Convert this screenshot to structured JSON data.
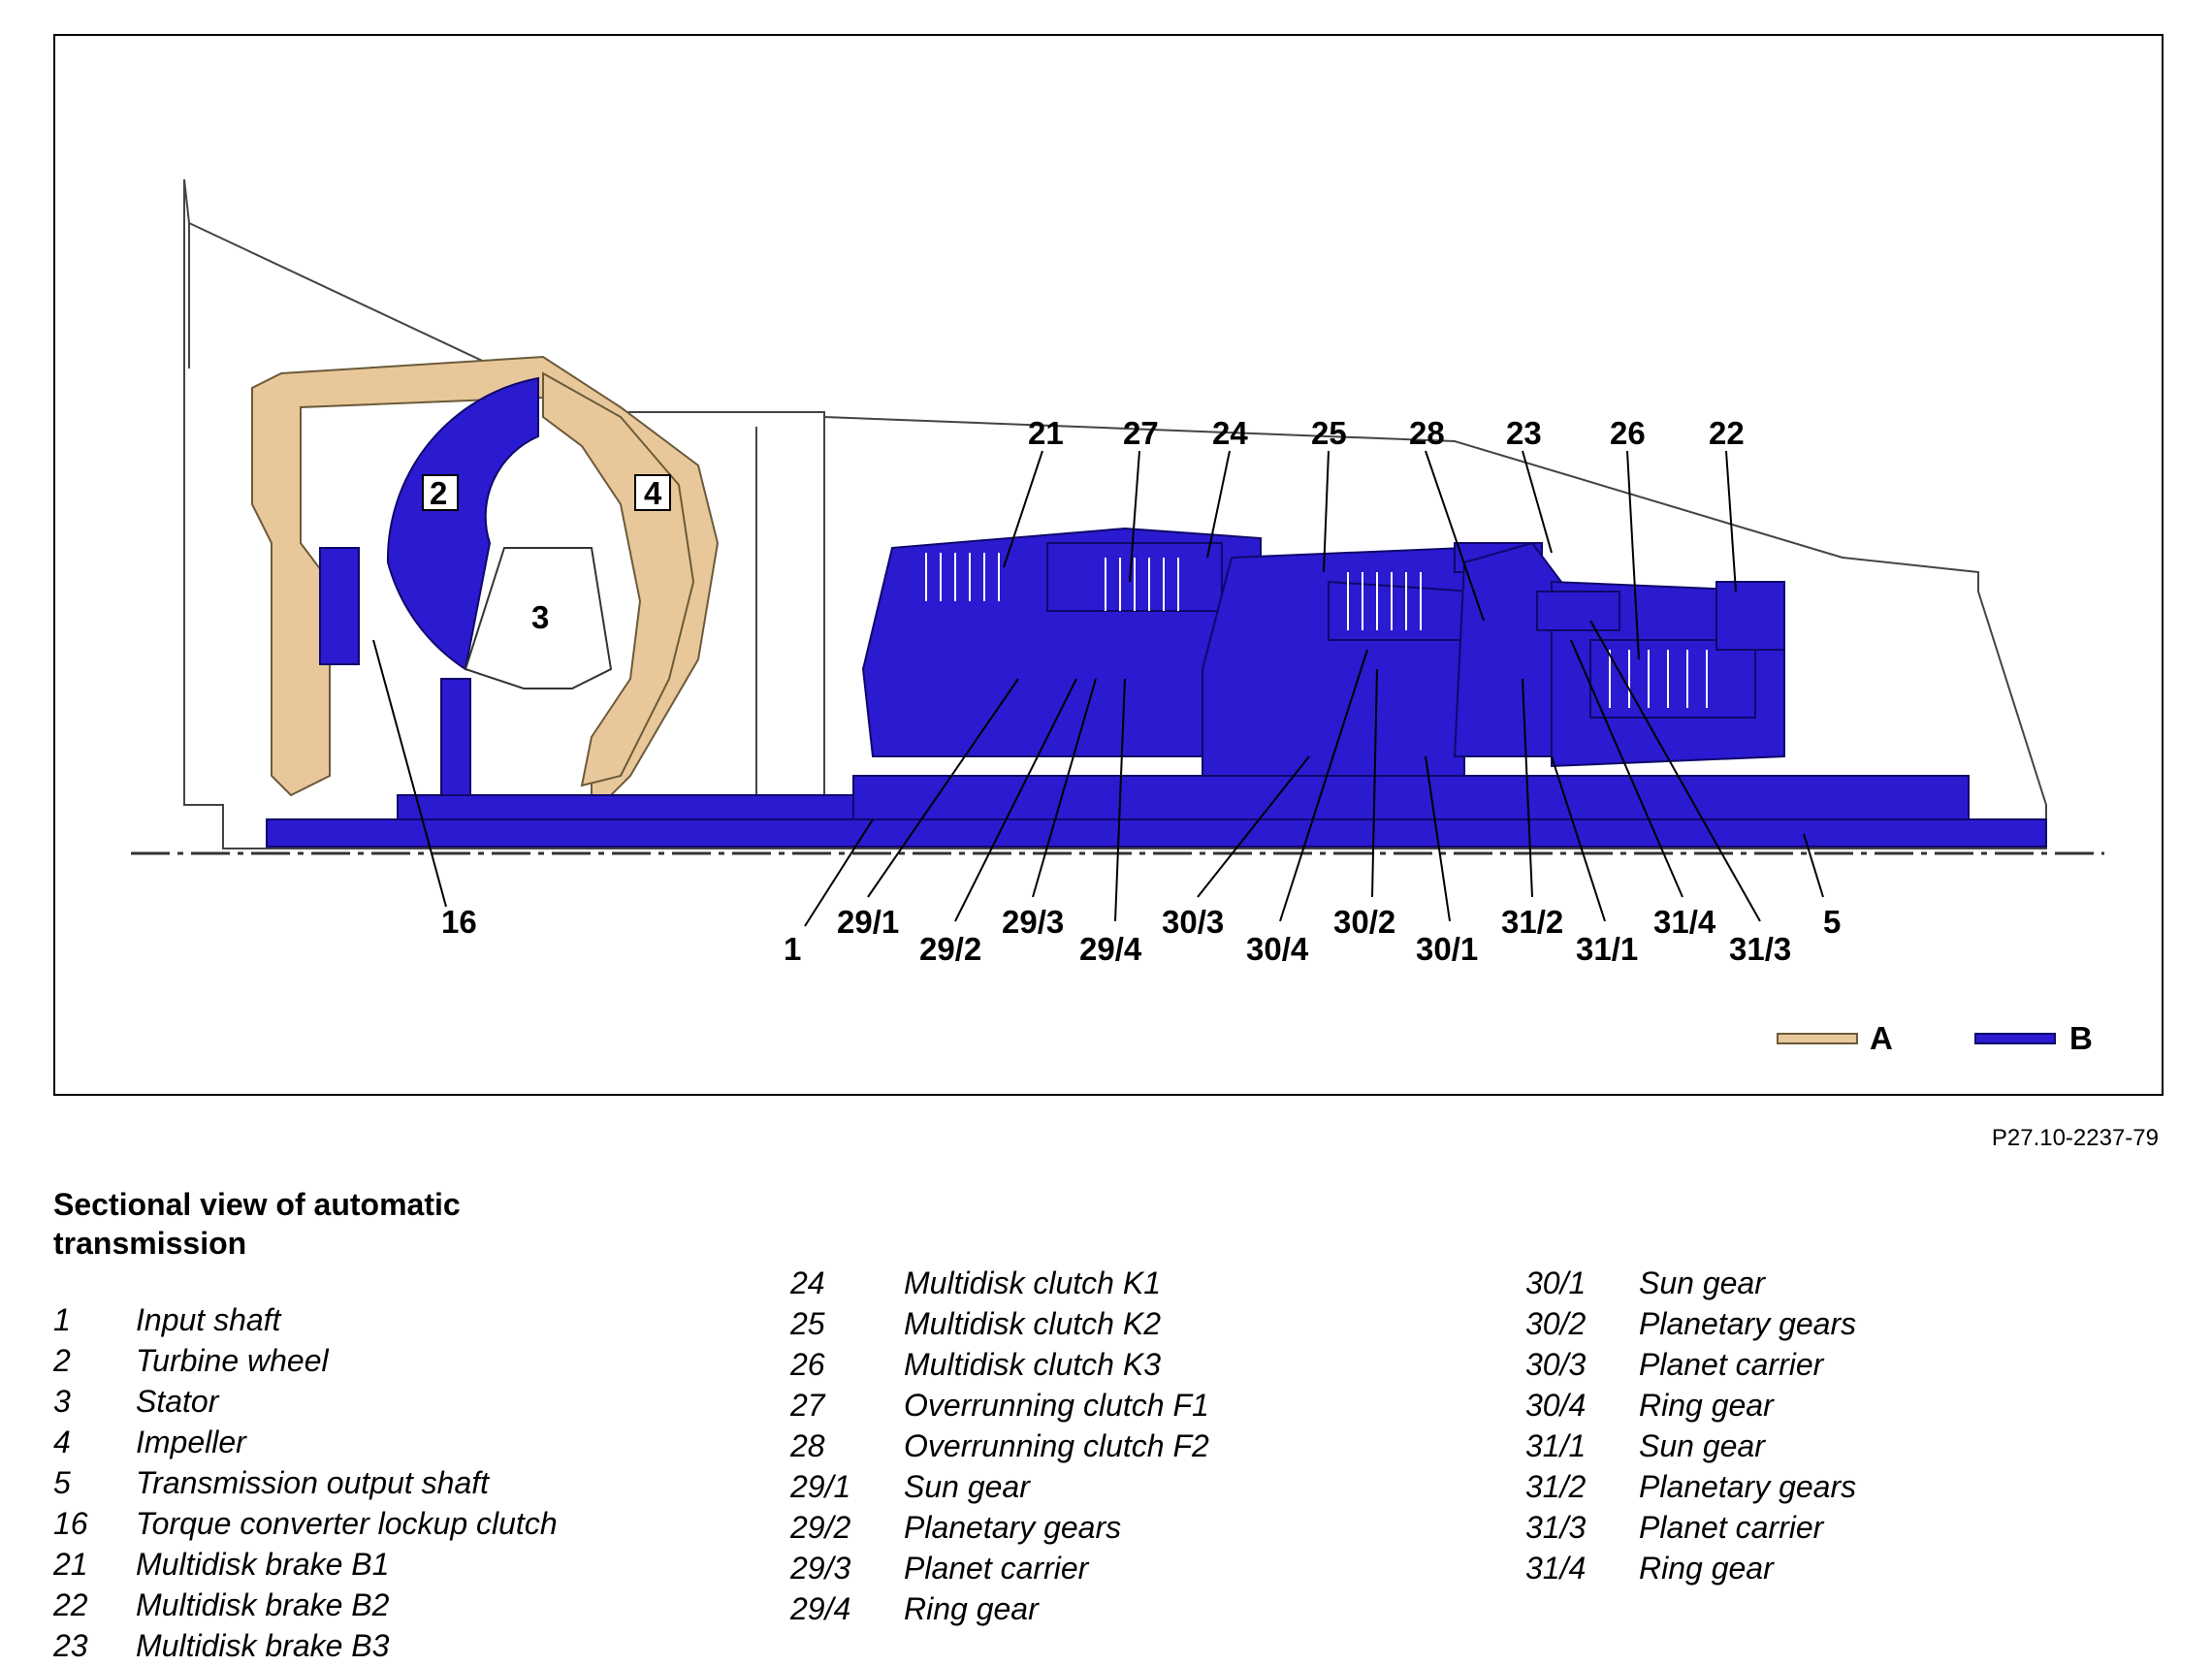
{
  "figure": {
    "callouts_top": [
      "21",
      "27",
      "24",
      "25",
      "28",
      "23",
      "26",
      "22"
    ],
    "callouts_inside": [
      "2",
      "4",
      "3"
    ],
    "callouts_bottom": [
      "16",
      "1",
      "29/1",
      "29/2",
      "29/3",
      "29/4",
      "30/3",
      "30/4",
      "30/2",
      "30/1",
      "31/2",
      "31/1",
      "31/4",
      "31/3",
      "5"
    ],
    "legend": [
      {
        "label": "A",
        "color": "#e8c89a"
      },
      {
        "label": "B",
        "color": "#2a1ad0"
      }
    ],
    "code": "P27.10-2237-79"
  },
  "caption": "Sectional view of automatic transmission",
  "columns": [
    [
      {
        "num": "1",
        "text": "Input shaft"
      },
      {
        "num": "2",
        "text": "Turbine wheel"
      },
      {
        "num": "3",
        "text": "Stator"
      },
      {
        "num": "4",
        "text": "Impeller"
      },
      {
        "num": "5",
        "text": "Transmission output shaft"
      },
      {
        "num": "16",
        "text": "Torque converter lockup clutch"
      },
      {
        "num": "21",
        "text": "Multidisk brake B1"
      },
      {
        "num": "22",
        "text": "Multidisk brake B2"
      },
      {
        "num": "23",
        "text": "Multidisk brake B3"
      }
    ],
    [
      {
        "num": "24",
        "text": "Multidisk clutch K1"
      },
      {
        "num": "25",
        "text": "Multidisk clutch K2"
      },
      {
        "num": "26",
        "text": "Multidisk clutch K3"
      },
      {
        "num": "27",
        "text": "Overrunning clutch F1"
      },
      {
        "num": "28",
        "text": "Overrunning clutch F2"
      },
      {
        "num": "29/1",
        "text": "Sun gear"
      },
      {
        "num": "29/2",
        "text": "Planetary gears"
      },
      {
        "num": "29/3",
        "text": "Planet carrier"
      },
      {
        "num": "29/4",
        "text": "Ring gear"
      }
    ],
    [
      {
        "num": "30/1",
        "text": "Sun gear"
      },
      {
        "num": "30/2",
        "text": "Planetary gears"
      },
      {
        "num": "30/3",
        "text": "Planet carrier"
      },
      {
        "num": "30/4",
        "text": "Ring gear"
      },
      {
        "num": "31/1",
        "text": "Sun gear"
      },
      {
        "num": "31/2",
        "text": "Planetary gears"
      },
      {
        "num": "31/3",
        "text": "Planet carrier"
      },
      {
        "num": "31/4",
        "text": "Ring gear"
      }
    ]
  ]
}
